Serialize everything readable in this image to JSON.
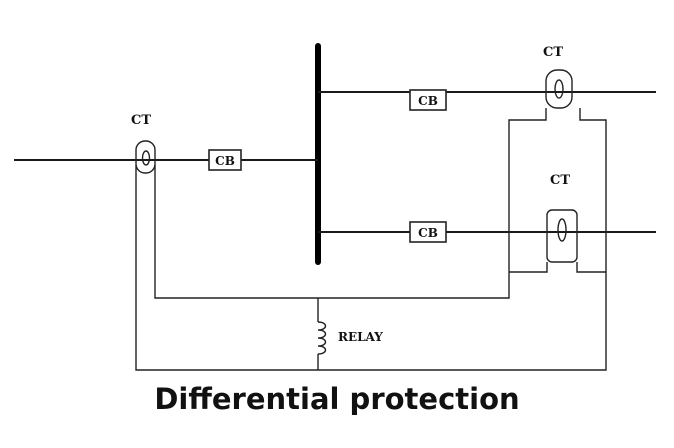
{
  "diagram": {
    "ct_label_left": "CT",
    "ct_label_top": "CT",
    "ct_label_bottom": "CT",
    "cb_label_left": "CB",
    "cb_label_top": "CB",
    "cb_label_bottom": "CB",
    "relay_label": "RELAY"
  },
  "caption": "Differential protection"
}
